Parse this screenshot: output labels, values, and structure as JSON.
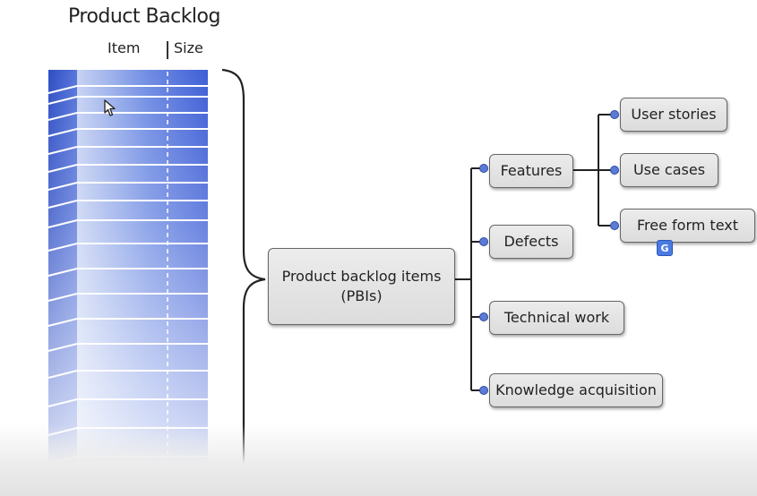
{
  "header": {
    "title": "Product Backlog",
    "col_item": "Item",
    "col_size": "Size"
  },
  "root": {
    "line1": "Product backlog items",
    "line2": "(PBIs)"
  },
  "categories": [
    "Features",
    "Defects",
    "Technical work",
    "Knowledge acquisition"
  ],
  "feature_types": [
    "User stories",
    "Use cases",
    "Free form text"
  ],
  "icons": {
    "translate": "google-translate-icon",
    "cursor": "mouse-pointer-icon"
  },
  "colors": {
    "backlog_blue": "#3f5fd6",
    "node_fill": "#e3e3e3",
    "pin_blue": "#5b7bd6"
  }
}
